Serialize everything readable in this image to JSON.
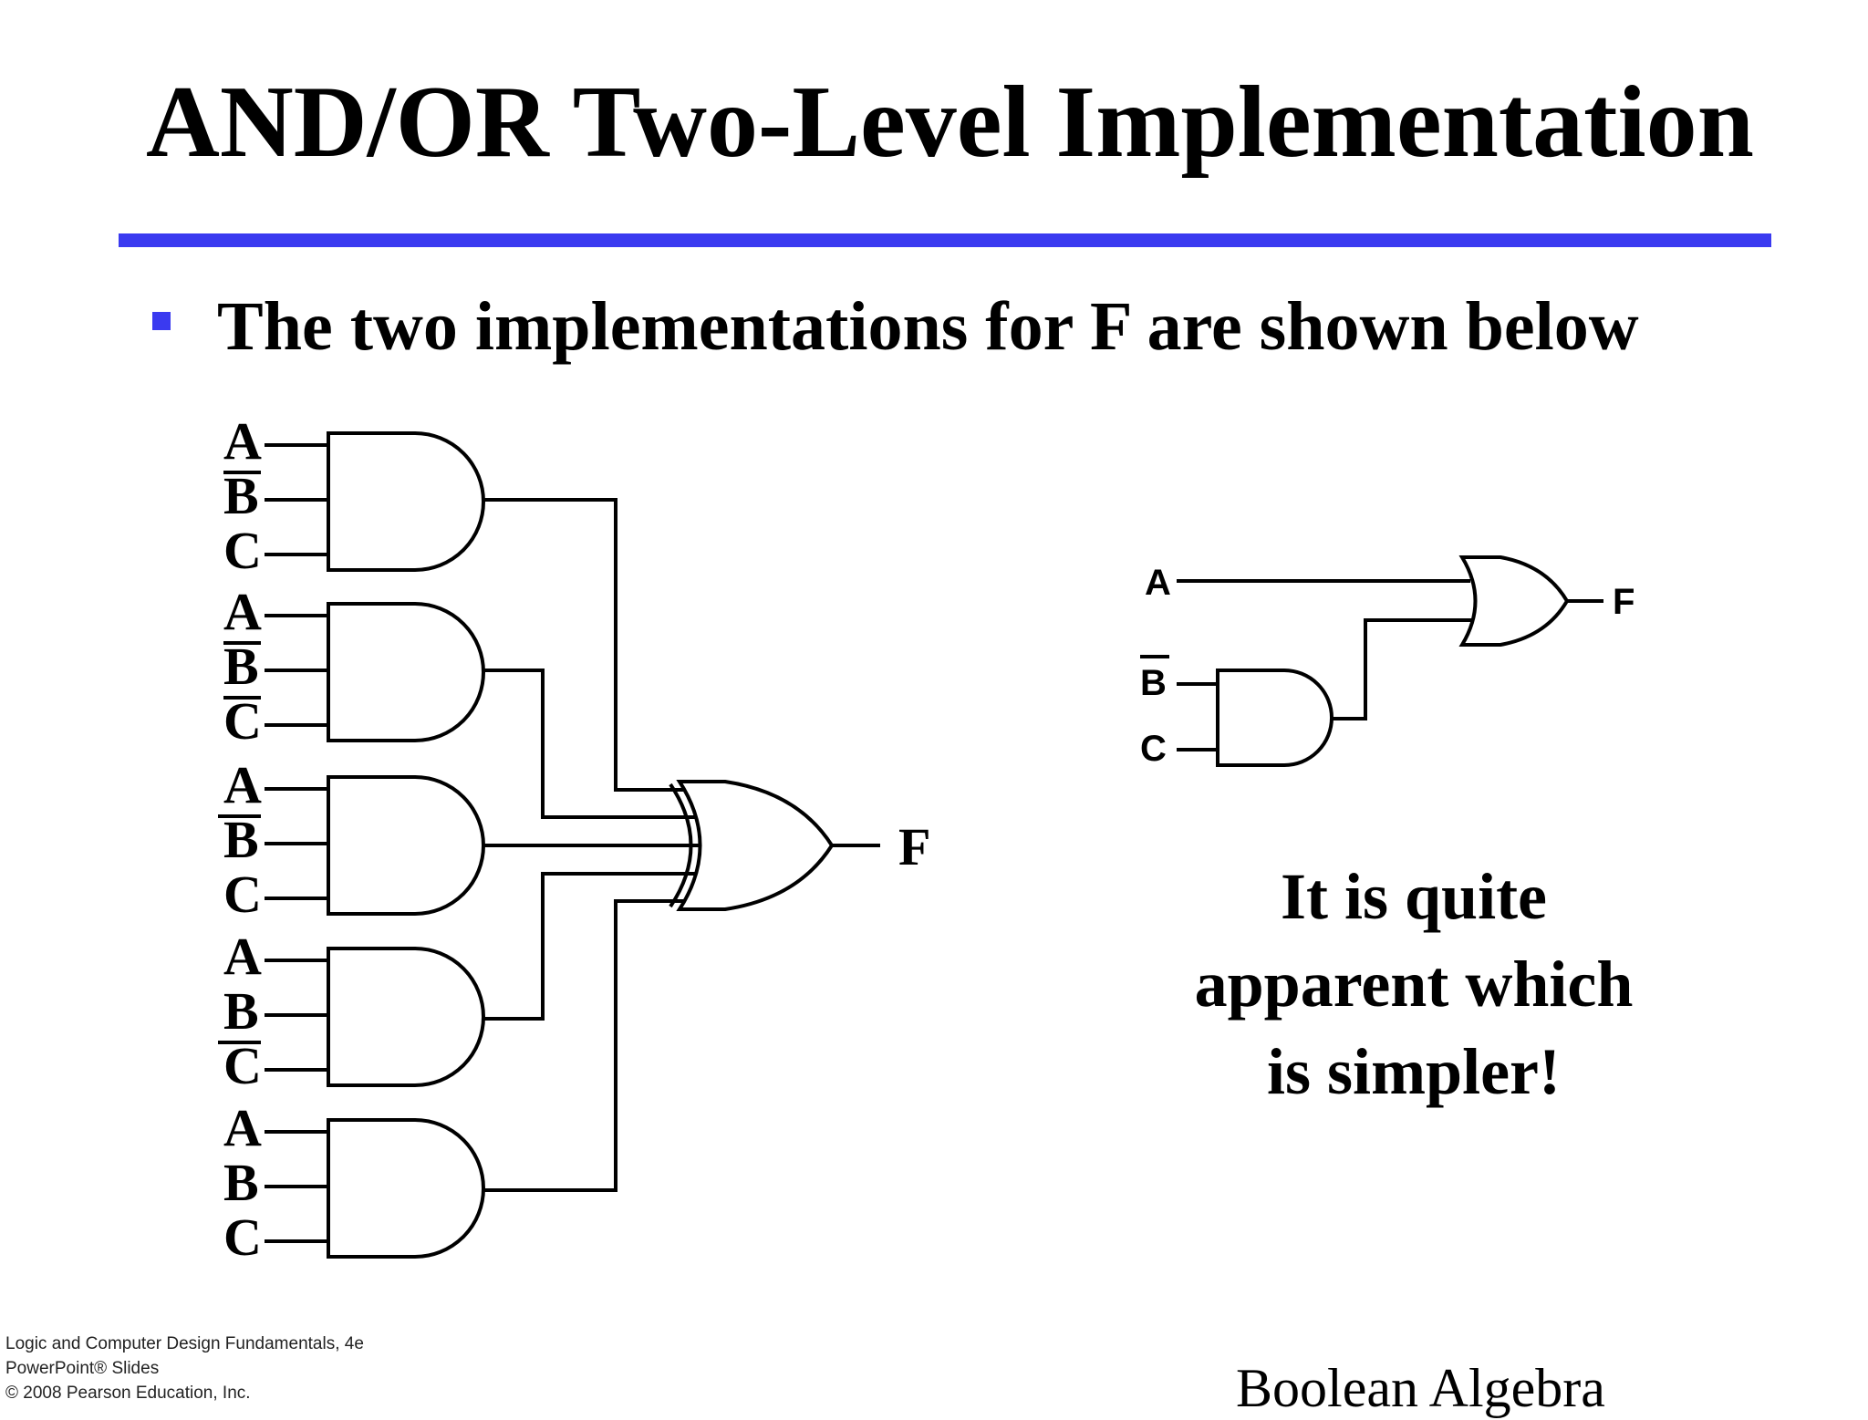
{
  "slide": {
    "title": "AND/OR Two-Level Implementation",
    "bullet": "The two implementations for F are shown below",
    "note_lines": [
      "It is quite",
      "apparent which",
      "is simpler!"
    ],
    "topic": "Boolean Algebra",
    "footer": [
      "Logic and Computer Design Fundamentals, 4e",
      "PowerPoint® Slides",
      "© 2008 Pearson Education, Inc."
    ],
    "accent_color": "#3a3af0"
  },
  "left_circuit": {
    "gates": [
      {
        "inputs": [
          "A",
          "B",
          "C"
        ],
        "complemented": [
          false,
          true,
          false
        ]
      },
      {
        "inputs": [
          "A",
          "B",
          "C"
        ],
        "complemented": [
          false,
          true,
          true
        ]
      },
      {
        "inputs": [
          "A",
          "B",
          "C"
        ],
        "complemented": [
          false,
          true,
          false
        ]
      },
      {
        "inputs": [
          "A",
          "B",
          "C"
        ],
        "complemented": [
          false,
          false,
          true
        ]
      },
      {
        "inputs": [
          "A",
          "B",
          "C"
        ],
        "complemented": [
          false,
          false,
          false
        ]
      }
    ],
    "output": "F"
  },
  "right_circuit": {
    "or_inputs": [
      "A"
    ],
    "and_inputs": [
      "B",
      "C"
    ],
    "and_complemented": [
      true,
      false
    ],
    "output": "F"
  }
}
